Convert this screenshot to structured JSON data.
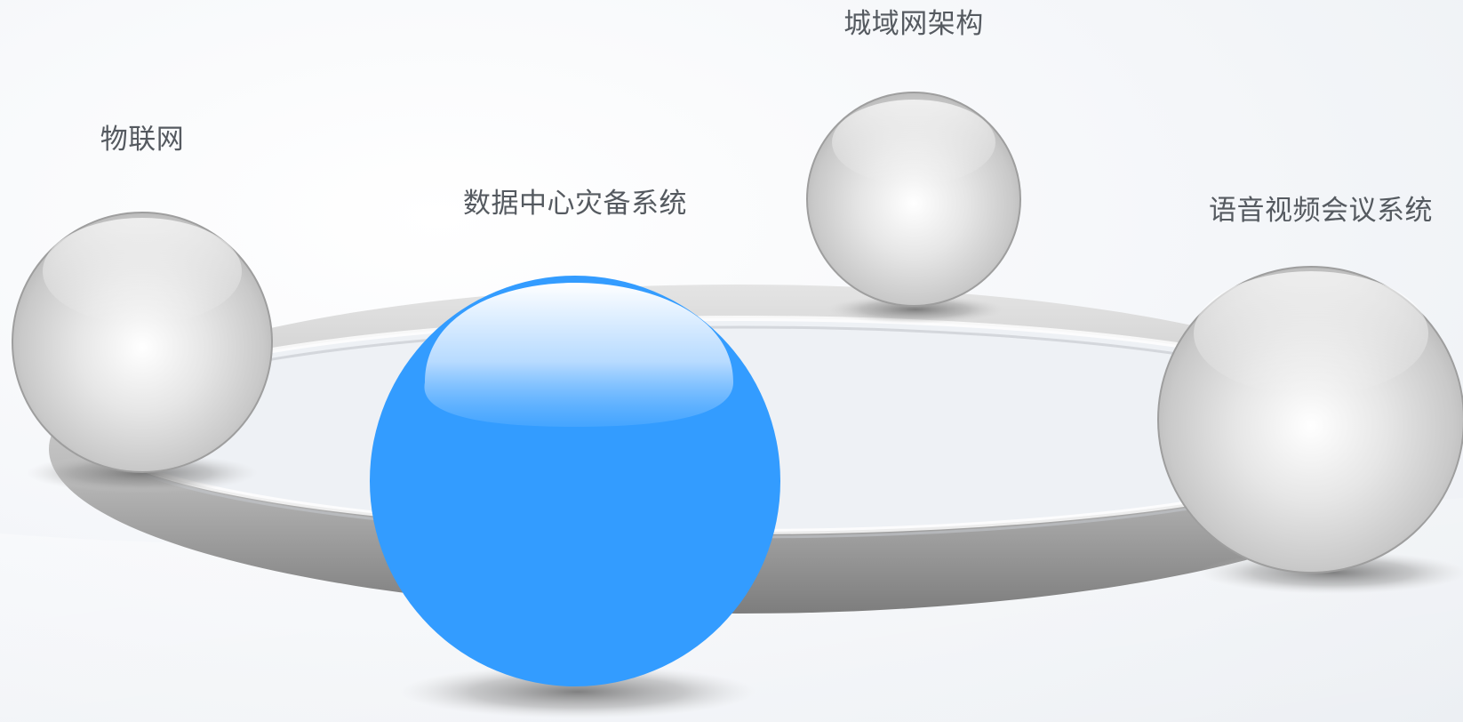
{
  "nodes": [
    {
      "id": "iot",
      "label": "物联网",
      "color": "#d0d0d0",
      "highlighted": false
    },
    {
      "id": "datacenter-dr",
      "label": "数据中心灾备系统",
      "color": "#339cff",
      "highlighted": true
    },
    {
      "id": "metro-network",
      "label": "城域网架构",
      "color": "#d0d0d0",
      "highlighted": false
    },
    {
      "id": "av-conference",
      "label": "语音视频会议系统",
      "color": "#d0d0d0",
      "highlighted": false
    }
  ],
  "colors": {
    "accent": "#339cff",
    "sphere": "#d0d0d0",
    "ring": "#9a9a9a",
    "text": "#555a60"
  }
}
